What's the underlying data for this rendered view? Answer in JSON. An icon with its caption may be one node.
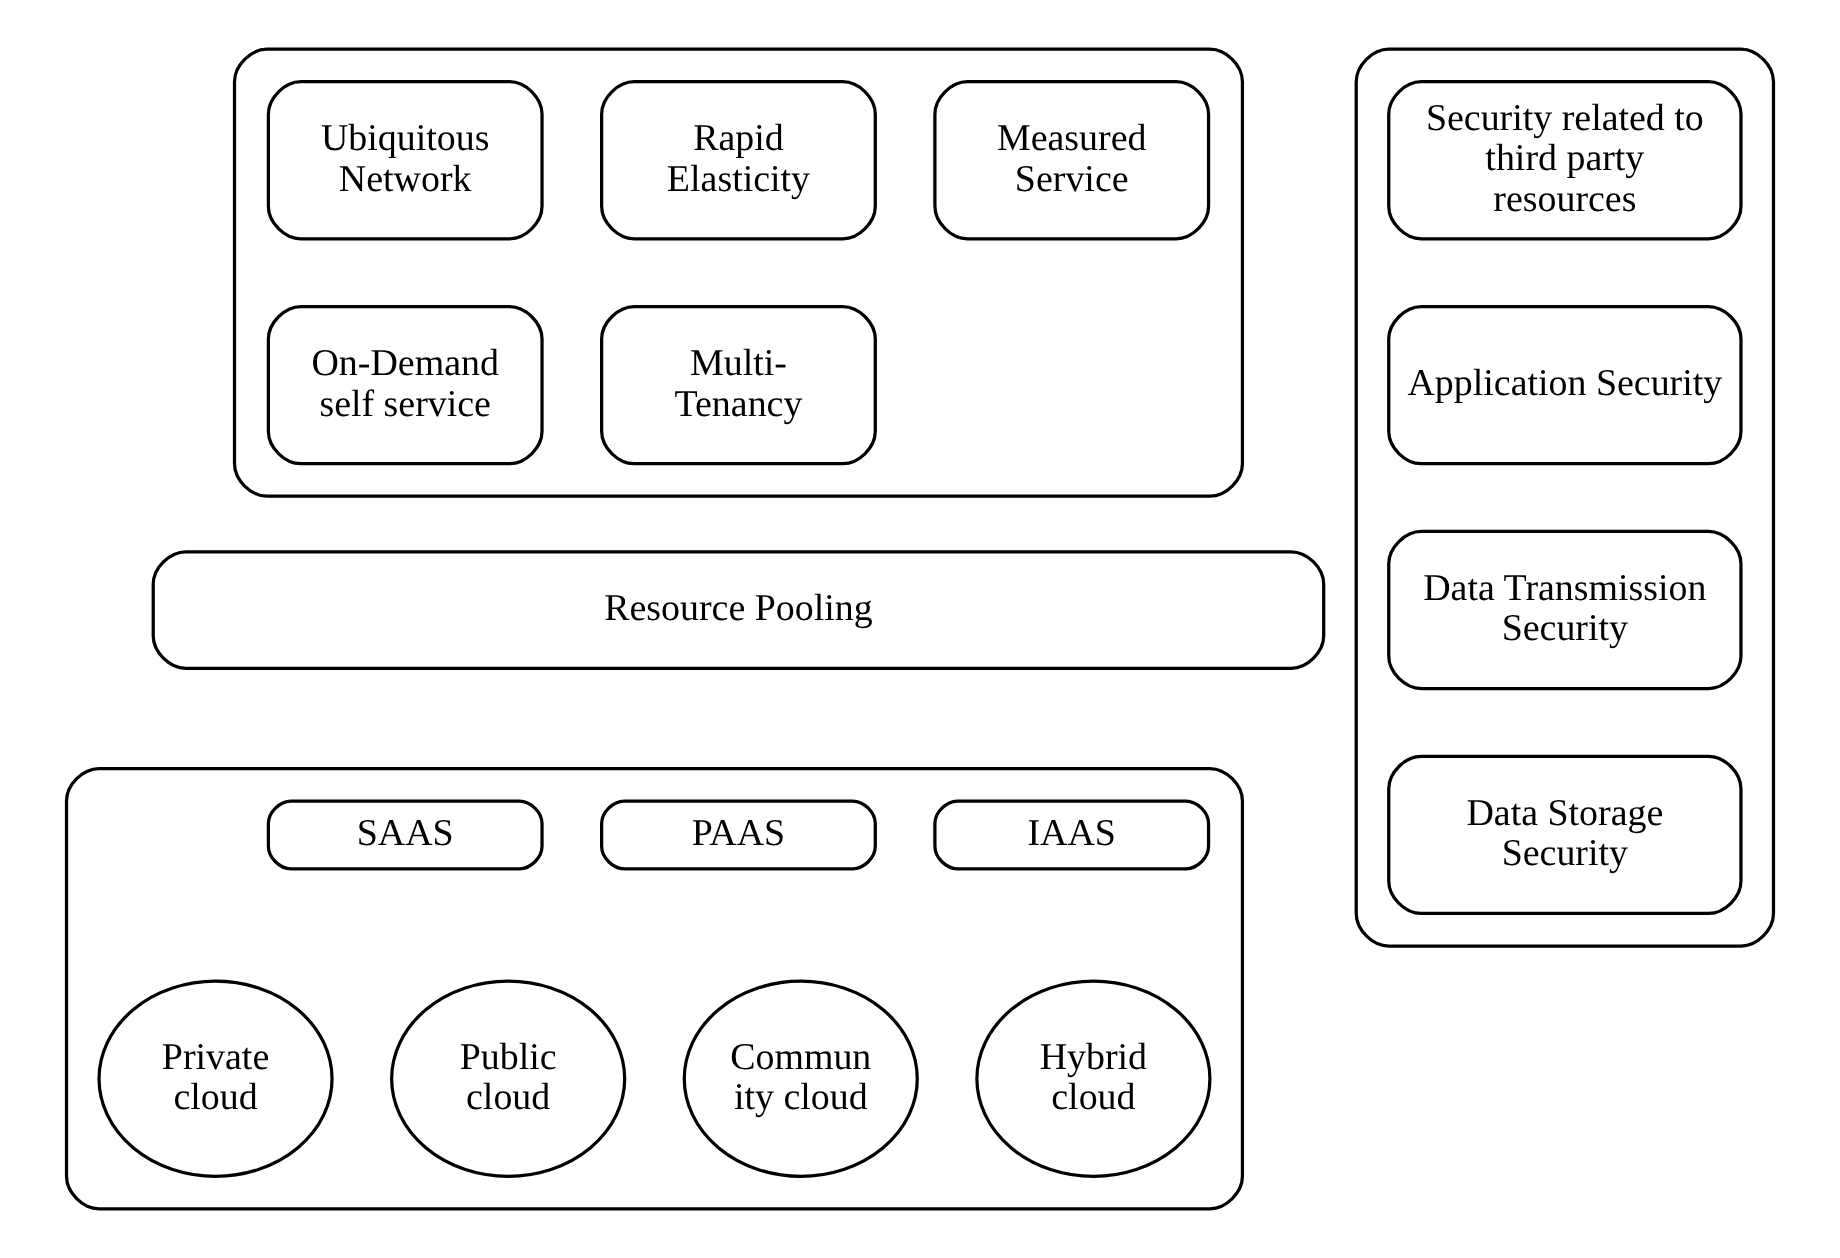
{
  "diagram": {
    "nodes": [
      {
        "text": [],
        "shape": "box"
      },
      {
        "text": [
          "Ubiquitous Network"
        ],
        "in": 0
      },
      {
        "text": [
          "Rapid Elasticity"
        ],
        "in": 0
      },
      {
        "text": [
          "Measured Service"
        ],
        "in": 0
      },
      {
        "text": [
          "On-Demand self service"
        ],
        "in": 0
      },
      {
        "text": [
          "Multi- Tenancy"
        ],
        "in": 0
      },
      {
        "text": [
          "Resource Pooling"
        ]
      },
      {
        "text": [],
        "shape": "box"
      },
      {
        "text": [
          "SAAS"
        ],
        "in": 7
      },
      {
        "text": [
          "PAAS"
        ],
        "in": 7
      },
      {
        "text": [
          "IAAS"
        ],
        "in": 7
      },
      {
        "text": [
          "Private cloud"
        ],
        "in": 7
      },
      {
        "text": [
          "Public cloud"
        ],
        "in": 7
      },
      {
        "text": [
          "Commun ity cloud"
        ],
        "in": 7
      },
      {
        "text": [
          "Hybrid cloud"
        ],
        "in": 7
      },
      {
        "text": [],
        "shape": "box"
      },
      {
        "text": [
          "Security related to third party resources"
        ],
        "in": 15
      },
      {
        "text": [
          "Application Security"
        ],
        "in": 15
      },
      {
        "text": [
          "Data Transmission Security"
        ],
        "in": 15
      },
      {
        "text": [
          "Data Storage Security"
        ],
        "in": 15
      }
    ],
    "edges": []
  }
}
